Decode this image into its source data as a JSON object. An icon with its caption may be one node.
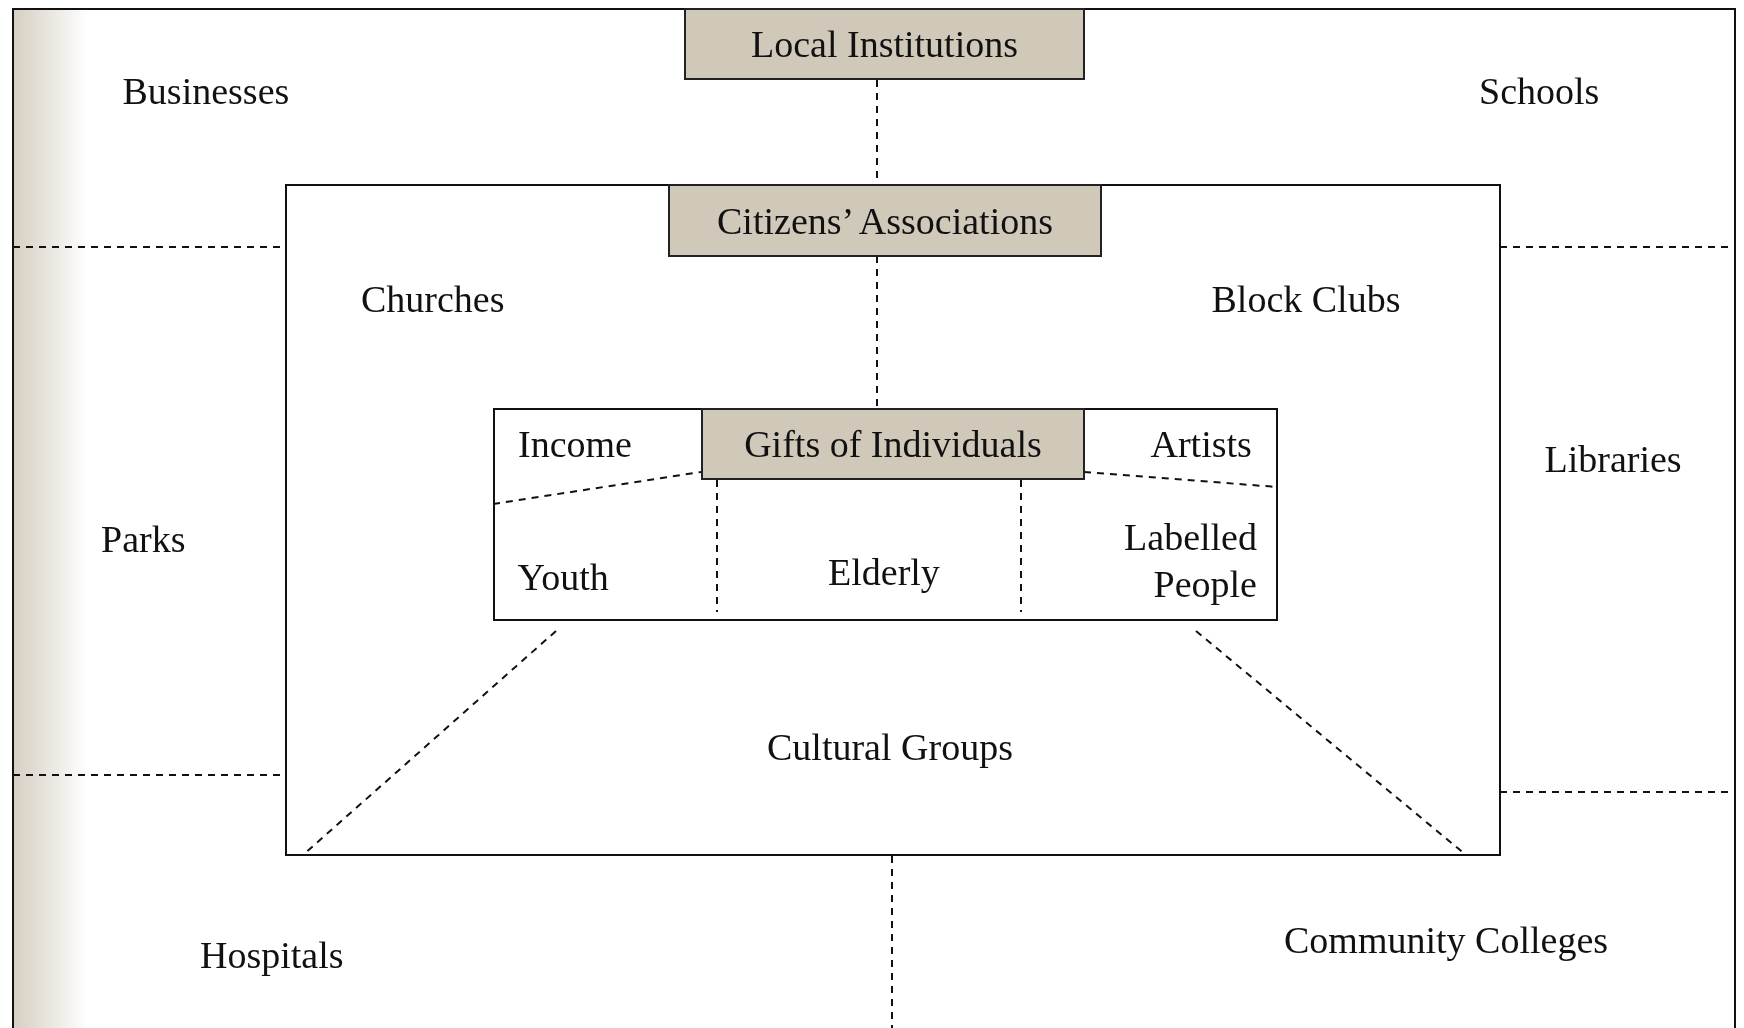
{
  "diagram": {
    "nodes": [
      {
        "text": [
          "Local Institutions"
        ]
      },
      {
        "text": [
          "Citizens’ Associations"
        ],
        "in": 0
      },
      {
        "text": [
          "Gifts of Individuals"
        ],
        "in": 1
      }
    ],
    "labels": [
      "Businesses",
      "Schools",
      "Churches",
      "Block Clubs",
      "Income",
      "Artists",
      "Libraries",
      "Parks",
      "Youth",
      "Elderly",
      "Labelled People",
      "Cultural Groups",
      "Community Colleges",
      "Hospitals"
    ]
  }
}
